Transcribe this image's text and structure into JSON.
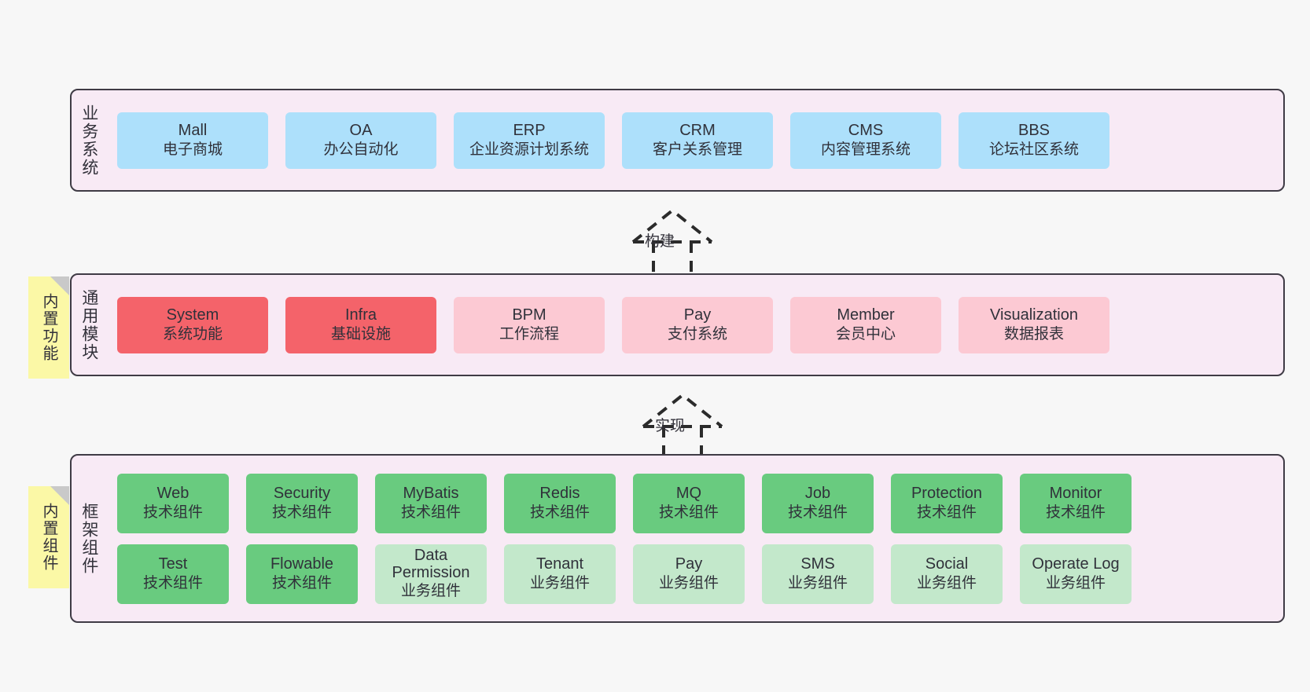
{
  "diagram": {
    "background_color": "#f7f7f7",
    "panel_color": "#f8eaf5",
    "panel_border_color": "#3f3b45"
  },
  "layers": [
    {
      "id": "business",
      "title": "业务系统",
      "card_color": "#ade0fb",
      "cards": [
        {
          "name": "Mall",
          "desc": "电子商城"
        },
        {
          "name": "OA",
          "desc": "办公自动化"
        },
        {
          "name": "ERP",
          "desc": "企业资源计划系统"
        },
        {
          "name": "CRM",
          "desc": "客户关系管理"
        },
        {
          "name": "CMS",
          "desc": "内容管理系统"
        },
        {
          "name": "BBS",
          "desc": "论坛社区系统"
        }
      ]
    },
    {
      "id": "common-module",
      "title": "通用模块",
      "note": "内置功能",
      "note_color": "#fbf8a6",
      "cards": [
        {
          "name": "System",
          "desc": "系统功能",
          "color": "#f4636a"
        },
        {
          "name": "Infra",
          "desc": "基础设施",
          "color": "#f4636a"
        },
        {
          "name": "BPM",
          "desc": "工作流程",
          "color": "#fcc9d3"
        },
        {
          "name": "Pay",
          "desc": "支付系统",
          "color": "#fcc9d3"
        },
        {
          "name": "Member",
          "desc": "会员中心",
          "color": "#fcc9d3"
        },
        {
          "name": "Visualization",
          "desc": "数据报表",
          "color": "#fcc9d3"
        }
      ]
    },
    {
      "id": "framework",
      "title": "框架组件",
      "note": "内置组件",
      "note_color": "#fbf8a6",
      "row1": [
        {
          "name": "Web",
          "desc": "技术组件",
          "color": "#69cb7f"
        },
        {
          "name": "Security",
          "desc": "技术组件",
          "color": "#69cb7f"
        },
        {
          "name": "MyBatis",
          "desc": "技术组件",
          "color": "#69cb7f"
        },
        {
          "name": "Redis",
          "desc": "技术组件",
          "color": "#69cb7f"
        },
        {
          "name": "MQ",
          "desc": "技术组件",
          "color": "#69cb7f"
        },
        {
          "name": "Job",
          "desc": "技术组件",
          "color": "#69cb7f"
        },
        {
          "name": "Protection",
          "desc": "技术组件",
          "color": "#69cb7f"
        },
        {
          "name": "Monitor",
          "desc": "技术组件",
          "color": "#69cb7f"
        }
      ],
      "row2": [
        {
          "name": "Test",
          "desc": "技术组件",
          "color": "#69cb7f"
        },
        {
          "name": "Flowable",
          "desc": "技术组件",
          "color": "#69cb7f"
        },
        {
          "name": "Data Permission",
          "desc": "业务组件",
          "color": "#c3e8cb"
        },
        {
          "name": "Tenant",
          "desc": "业务组件",
          "color": "#c3e8cb"
        },
        {
          "name": "Pay",
          "desc": "业务组件",
          "color": "#c3e8cb"
        },
        {
          "name": "SMS",
          "desc": "业务组件",
          "color": "#c3e8cb"
        },
        {
          "name": "Social",
          "desc": "业务组件",
          "color": "#c3e8cb"
        },
        {
          "name": "Operate Log",
          "desc": "业务组件",
          "color": "#c3e8cb"
        }
      ]
    }
  ],
  "connectors": [
    {
      "id": "build",
      "label": "构建",
      "style": "dashed-hollow-arrow-up"
    },
    {
      "id": "implement",
      "label": "实现",
      "style": "dashed-hollow-arrow-up"
    }
  ]
}
